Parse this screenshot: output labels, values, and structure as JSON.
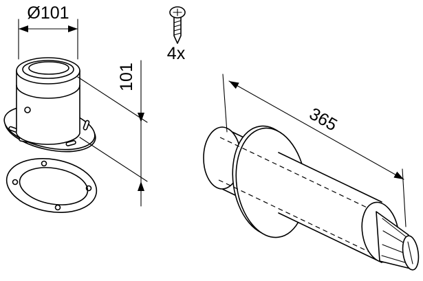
{
  "labels": {
    "diameter": "Ø101",
    "height": "101",
    "screw_count": "4x",
    "length": "365"
  },
  "colors": {
    "line": "#000000",
    "background": "#ffffff"
  }
}
